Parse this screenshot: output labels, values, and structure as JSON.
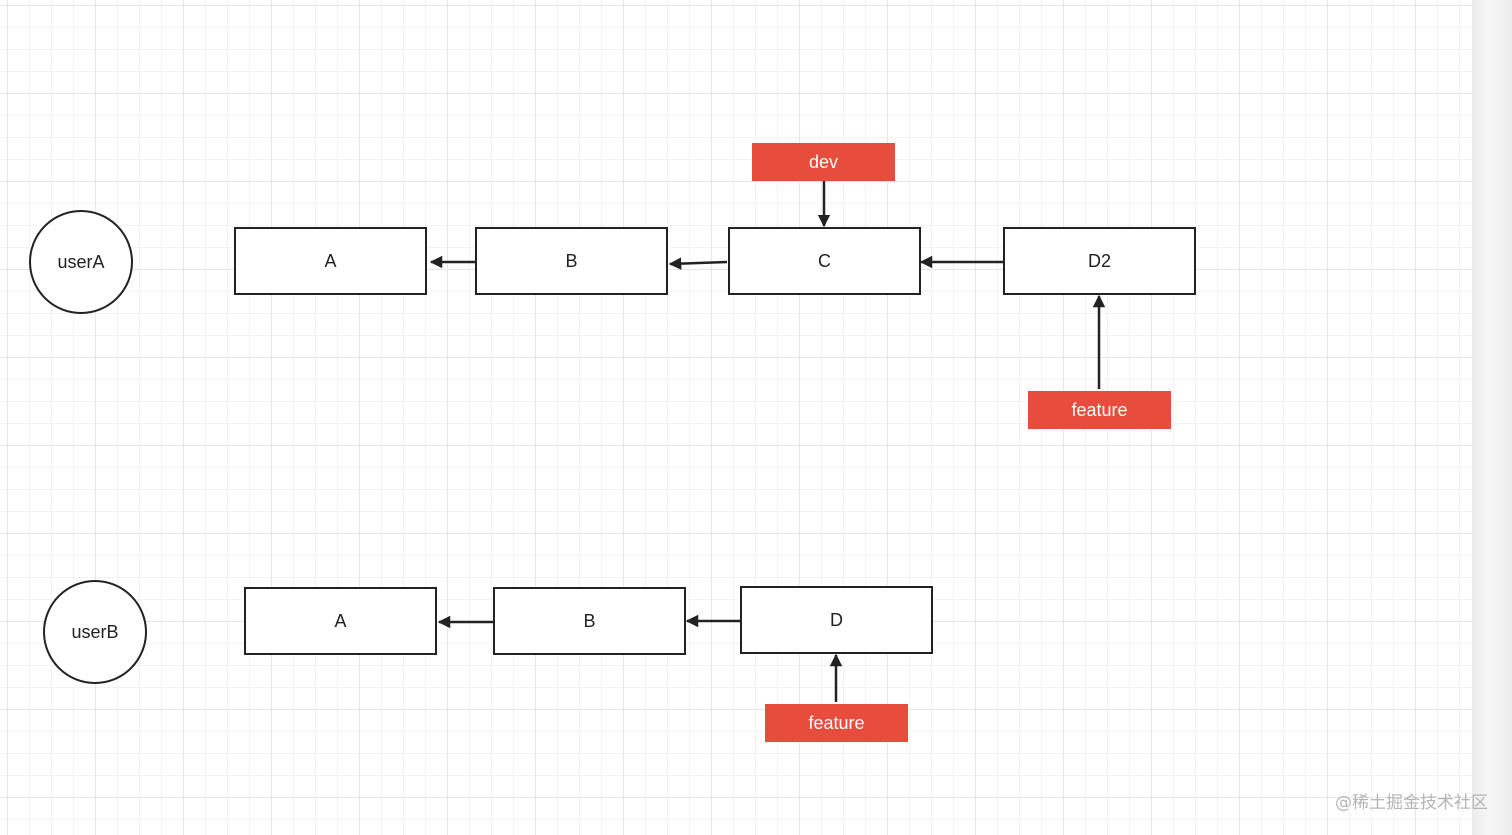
{
  "diagram": {
    "userA": {
      "label": "userA",
      "commits": [
        "A",
        "B",
        "C",
        "D2"
      ],
      "branches": {
        "dev": "dev",
        "feature": "feature"
      }
    },
    "userB": {
      "label": "userB",
      "commits": [
        "A",
        "B",
        "D"
      ],
      "branches": {
        "feature": "feature"
      }
    }
  },
  "watermark": "@稀土掘金技术社区",
  "colors": {
    "branch_fill": "#e74c3c",
    "stroke": "#222222",
    "grid_major": "#e6e6e6",
    "grid_minor": "#f3f3f3"
  },
  "icons": {
    "edge_head": "arrowhead"
  }
}
